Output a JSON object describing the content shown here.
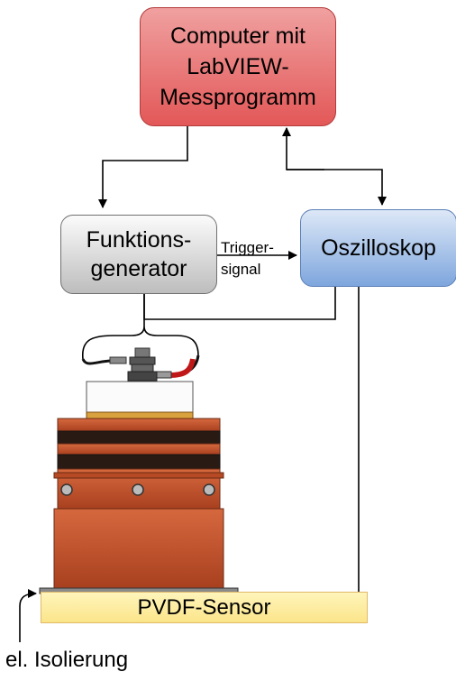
{
  "nodes": {
    "computer": "Computer mit\nLabVIEW-\nMessprogramm",
    "funktionsgenerator": "Funktions-\ngenerator",
    "oszilloskop": "Oszilloskop",
    "pvdf_sensor": "PVDF-Sensor"
  },
  "labels": {
    "trigger_signal": "Trigger-\nsignal",
    "isolierung": "el. Isolierung"
  },
  "colors": {
    "computer": "#e86a6a",
    "funktionsgenerator": "#cfcfcf",
    "oszilloskop": "#8fb2e3",
    "pvdf_sensor": "#fcea96",
    "housing": "#c0502e"
  }
}
